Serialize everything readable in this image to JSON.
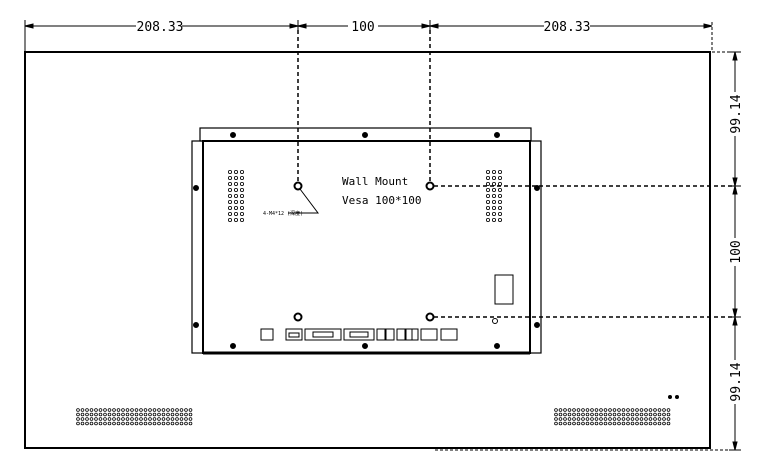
{
  "dimensions": {
    "top_left": "208.33",
    "top_center": "100",
    "top_right": "208.33",
    "right_top": "99.14",
    "right_center": "100",
    "right_bottom": "99.14"
  },
  "labels": {
    "wall_mount": "Wall Mount",
    "vesa": "Vesa 100*100",
    "screw_note": "4-M4*12 (深度)"
  }
}
